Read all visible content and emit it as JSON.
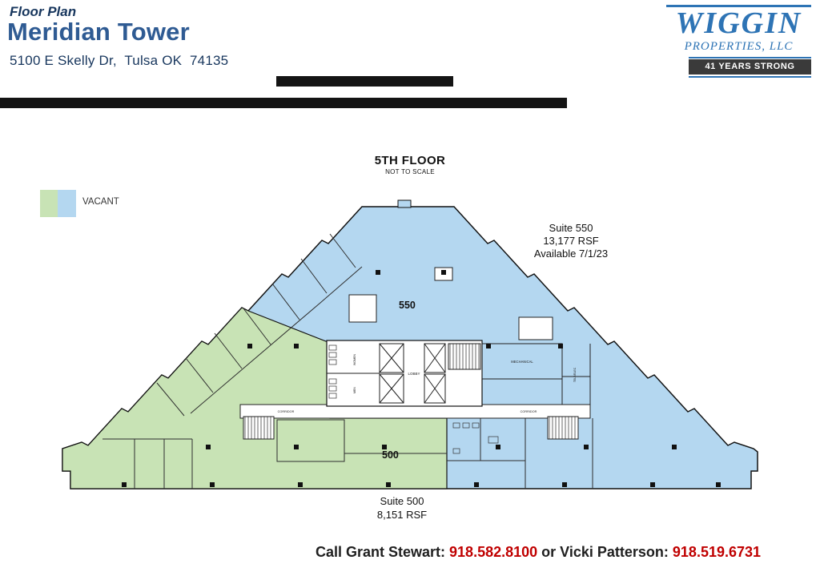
{
  "header": {
    "eyebrow": "Floor Plan",
    "title": "Meridian Tower",
    "address": "5100 E Skelly Dr,  Tulsa OK  74135"
  },
  "logo": {
    "word": "WIGGIN",
    "subtitle": "PROPERTIES, LLC",
    "badge": "41 YEARS STRONG"
  },
  "plan": {
    "title": "5TH FLOOR",
    "scale_note": "NOT TO SCALE",
    "legend_label": "VACANT",
    "suite_550": {
      "name": "Suite 550",
      "rsf": "13,177 RSF",
      "available": "Available 7/1/23",
      "floor_label": "550"
    },
    "suite_500": {
      "name": "Suite 500",
      "rsf": "8,151 RSF",
      "floor_label": "500"
    },
    "rooms": {
      "lobby": "LOBBY",
      "corridor": "CORRIDOR",
      "mechanical": "MECHANICAL",
      "women": "WOMEN",
      "men": "MEN",
      "tele": "TELE/ELEC"
    }
  },
  "footer": {
    "prefix": "Call Grant Stewart:",
    "phone_1": "918.582.8100",
    "connector": "or Vicki Patterson:",
    "phone_2": "918.519.6731"
  },
  "colors": {
    "vacant_green": "#C8E3B5",
    "vacant_blue": "#B4D7F0",
    "accent_blue": "#2E74B5",
    "phone_red": "#C00000"
  }
}
